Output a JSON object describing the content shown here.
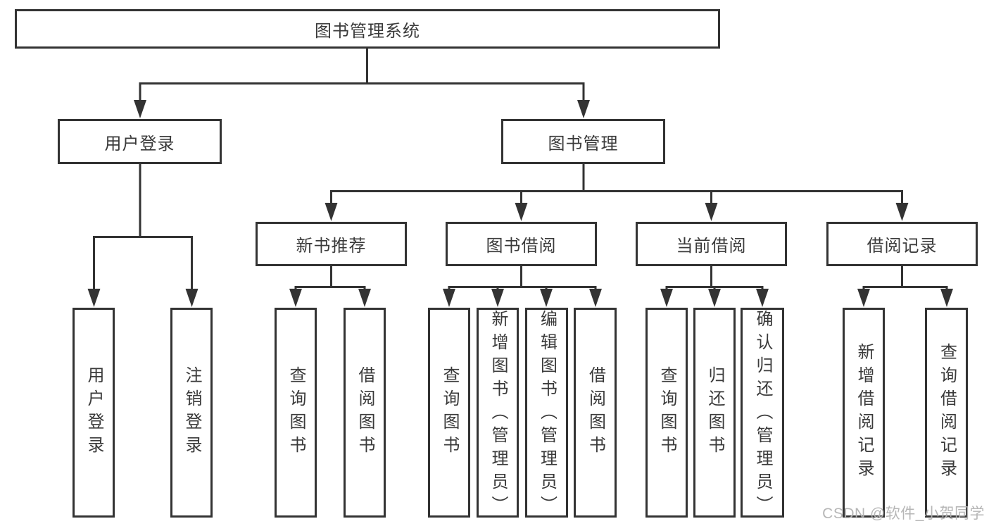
{
  "diagram": {
    "type": "tree"
  },
  "nodes": {
    "root": {
      "label": "图书管理系统"
    },
    "user_login": {
      "label": "用户登录"
    },
    "book_mgmt": {
      "label": "图书管理"
    },
    "new_book_rec": {
      "label": "新书推荐"
    },
    "book_borrow": {
      "label": "图书借阅"
    },
    "current_borrow": {
      "label": "当前借阅"
    },
    "borrow_record": {
      "label": "借阅记录"
    },
    "leaf_user_login": {
      "label": "用户登录"
    },
    "leaf_logout": {
      "label": "注销登录"
    },
    "leaf_query_book_rec": {
      "label": "查询图书"
    },
    "leaf_borrow_book_rec": {
      "label": "借阅图书"
    },
    "leaf_query_book_borrow": {
      "label": "查询图书"
    },
    "leaf_add_book": {
      "label": "新增图书（管理员）"
    },
    "leaf_edit_book": {
      "label": "编辑图书（管理员）"
    },
    "leaf_borrow_book_borrow": {
      "label": "借阅图书"
    },
    "leaf_query_book_current": {
      "label": "查询图书"
    },
    "leaf_return_book": {
      "label": "归还图书"
    },
    "leaf_confirm_return": {
      "label": "确认归还（管理员）"
    },
    "leaf_add_record": {
      "label": "新增借阅记录"
    },
    "leaf_query_record": {
      "label": "查询借阅记录"
    }
  },
  "hierarchy": {
    "图书管理系统": [
      "用户登录",
      "图书管理"
    ],
    "用户登录": [
      "用户登录",
      "注销登录"
    ],
    "图书管理": [
      "新书推荐",
      "图书借阅",
      "当前借阅",
      "借阅记录"
    ],
    "新书推荐": [
      "查询图书",
      "借阅图书"
    ],
    "图书借阅": [
      "查询图书",
      "新增图书（管理员）",
      "编辑图书（管理员）",
      "借阅图书"
    ],
    "当前借阅": [
      "查询图书",
      "归还图书",
      "确认归还（管理员）"
    ],
    "借阅记录": [
      "新增借阅记录",
      "查询借阅记录"
    ]
  },
  "watermark": {
    "text": "CSDN @软件_小贺同学"
  },
  "colors": {
    "line": "#333333",
    "box_border": "#333333",
    "text": "#3a3a3a",
    "background": "#ffffff",
    "watermark": "#b3b3b3"
  }
}
